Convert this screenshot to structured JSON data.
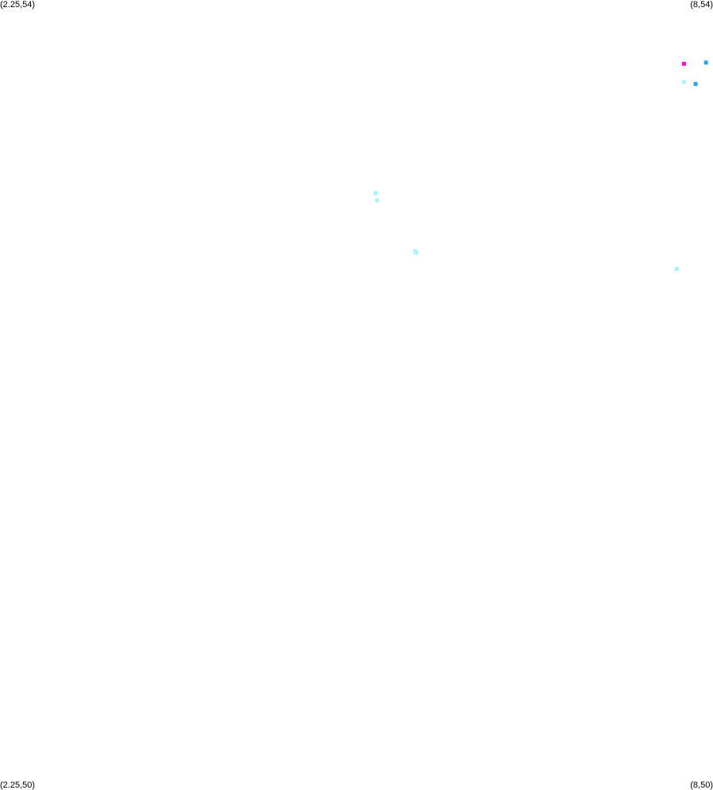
{
  "corners": {
    "top_left": "(2.25,54)",
    "top_right": "(8,54)",
    "bottom_left": "(2.25,50)",
    "bottom_right": "(8,50)"
  },
  "bounds": {
    "lon_min": 2.25,
    "lon_max": 8,
    "lat_min": 50,
    "lat_max": 54
  },
  "colors": {
    "background": "#ffffff",
    "magenta": "#ff00ff",
    "blue": "#29a3e8",
    "light_cyan": "#a8f4ff"
  },
  "markers": [
    {
      "lon": 7.766,
      "lat": 53.677,
      "color": "magenta"
    },
    {
      "lon": 7.944,
      "lat": 53.683,
      "color": "blue"
    },
    {
      "lon": 7.765,
      "lat": 53.585,
      "color": "light_cyan"
    },
    {
      "lon": 7.86,
      "lat": 53.575,
      "color": "blue"
    },
    {
      "lon": 5.279,
      "lat": 53.022,
      "color": "light_cyan"
    },
    {
      "lon": 5.29,
      "lat": 52.986,
      "color": "light_cyan"
    },
    {
      "lon": 5.599,
      "lat": 52.728,
      "color": "light_cyan"
    },
    {
      "lon": 5.609,
      "lat": 52.72,
      "color": "light_cyan"
    },
    {
      "lon": 7.709,
      "lat": 52.638,
      "color": "light_cyan"
    }
  ]
}
